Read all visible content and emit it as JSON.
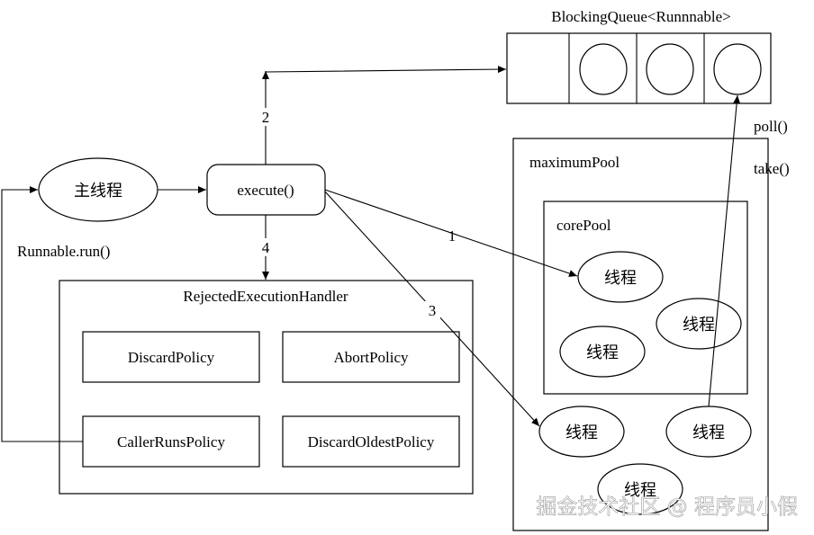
{
  "nodes": {
    "main_thread": "主线程",
    "execute": "execute()",
    "runnable_run": "Runnable.run()",
    "blocking_queue": "BlockingQueue<Runnnable>",
    "poll": "poll()",
    "take": "take()",
    "maximum_pool": "maximumPool",
    "core_pool": "corePool",
    "thread": "线程"
  },
  "rejected_handler": {
    "title": "RejectedExecutionHandler",
    "policies": [
      "DiscardPolicy",
      "AbortPolicy",
      "CallerRunsPolicy",
      "DiscardOldestPolicy"
    ]
  },
  "edge_labels": {
    "e1": "1",
    "e2": "2",
    "e3": "3",
    "e4": "4"
  },
  "watermark": "掘金技术社区 @ 程序员小假"
}
